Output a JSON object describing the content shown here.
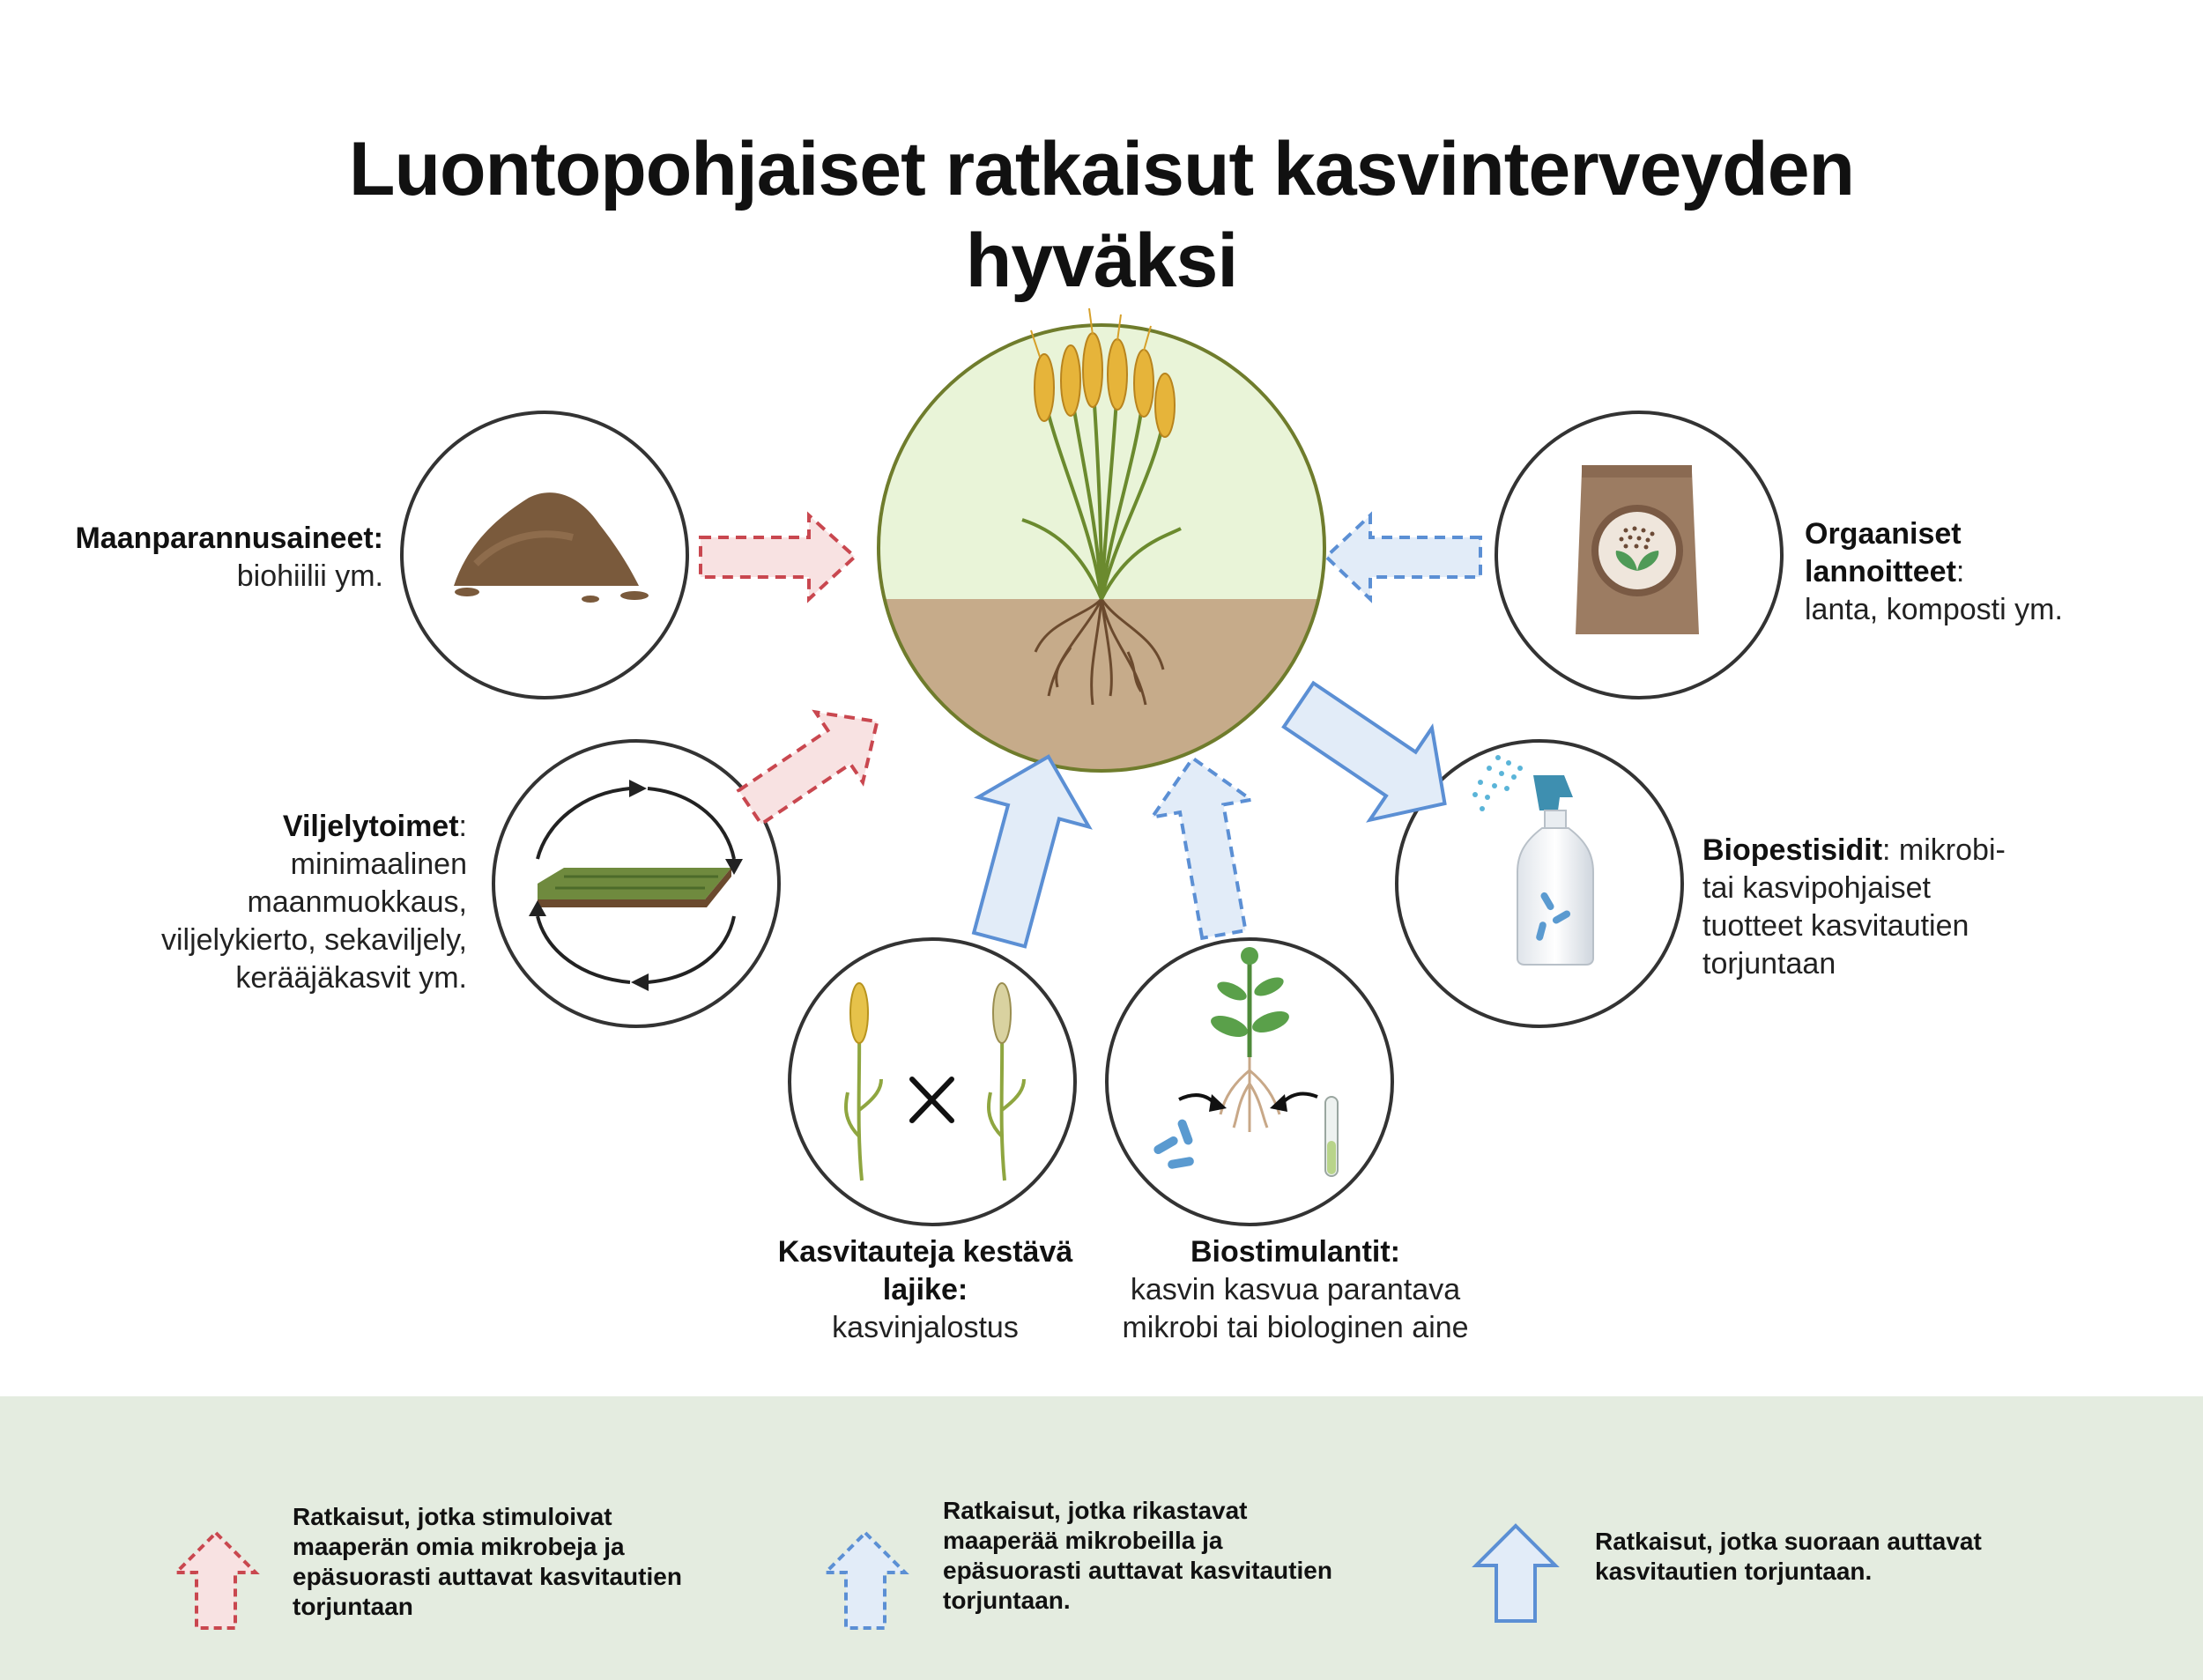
{
  "title": "Luontopohjaiset ratkaisut kasvinterveyden hyväksi",
  "center": {
    "icon": "wheat-plant-with-roots-icon"
  },
  "solutions": [
    {
      "id": "soil-amendments",
      "icon": "soil-pile-icon",
      "arrow": "red-dashed",
      "title": "Maanparannusaineet:",
      "desc": "biohiilii ym."
    },
    {
      "id": "cultivation",
      "icon": "crop-rotation-icon",
      "arrow": "red-dashed",
      "title": "Viljelytoimet",
      "sep": ":",
      "desc": "minimaalinen maanmuokkaus, viljelykierto, sekaviljely, kerääjäkasvit ym."
    },
    {
      "id": "resistant-variety",
      "icon": "plant-breeding-icon",
      "arrow": "blue-solid",
      "title": "Kasvitauteja kestävä lajike:",
      "desc": "kasvinjalostus"
    },
    {
      "id": "biostimulants",
      "icon": "biostimulant-plant-icon",
      "arrow": "blue-dashed",
      "title": "Biostimulantit:",
      "desc": "kasvin kasvua parantava mikrobi tai biologinen aine"
    },
    {
      "id": "biopesticides",
      "icon": "spray-bottle-icon",
      "arrow": "blue-solid",
      "title": "Biopestisidit",
      "sep": ":",
      "desc": " mikrobi-tai kasvipohjaiset tuotteet kasvitautien torjuntaan"
    },
    {
      "id": "organic-fertilizers",
      "icon": "fertilizer-bag-icon",
      "arrow": "blue-dashed",
      "title": "Orgaaniset lannoitteet",
      "sep": ":",
      "desc": "lanta, komposti ym."
    }
  ],
  "legend": [
    {
      "icon": "red-dashed-arrow-icon",
      "text": "Ratkaisut, jotka stimuloivat maaperän omia mikrobeja ja epäsuorasti auttavat kasvitautien torjuntaan"
    },
    {
      "icon": "blue-dashed-arrow-icon",
      "text": "Ratkaisut, jotka rikastavat maaperää mikrobeilla ja epäsuorasti auttavat kasvitautien torjuntaan."
    },
    {
      "icon": "blue-solid-arrow-icon",
      "text": "Ratkaisut, jotka suoraan auttavat kasvitautien torjuntaan."
    }
  ],
  "colors": {
    "red_dashed": "#c9474f",
    "red_fill": "#f8e2e2",
    "blue_stroke": "#5b8fd4",
    "blue_fill": "#e2ecf8",
    "sky": "#e9f4d8",
    "soil": "#c6ab8a",
    "center_border": "#6f7c2c",
    "legend_band": "#e4ece0"
  }
}
